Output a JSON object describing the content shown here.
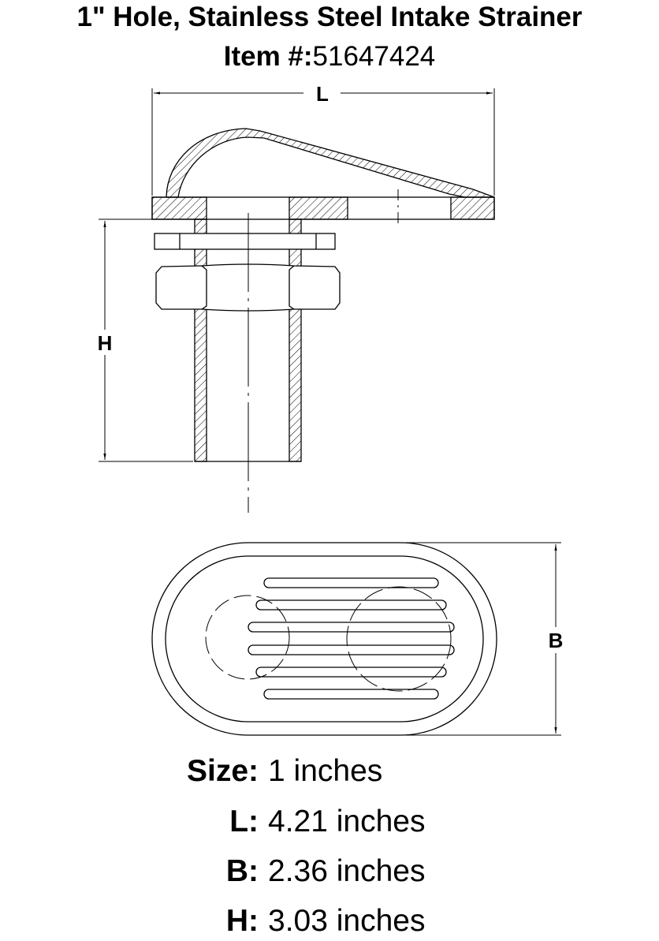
{
  "title": "1\" Hole, Stainless Steel Intake Strainer",
  "item_label": "Item #:",
  "item_number": "51647424",
  "diagram": {
    "dim_L": "L",
    "dim_H": "H",
    "dim_B": "B"
  },
  "specs": [
    {
      "label": "Size:",
      "value": "1 inches"
    },
    {
      "label": "L:",
      "value": "4.21 inches"
    },
    {
      "label": "B:",
      "value": "2.36 inches"
    },
    {
      "label": "H:",
      "value": "3.03 inches"
    }
  ]
}
